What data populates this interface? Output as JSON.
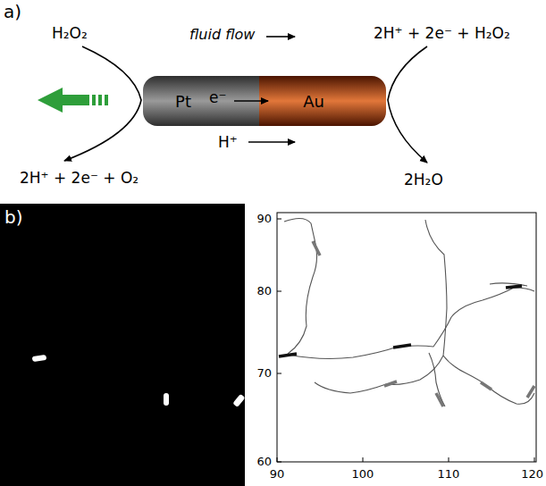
{
  "diagram": {
    "nodes": [
      {
        "text": [
          "Pt"
        ]
      },
      {
        "text": [
          "Au"
        ]
      }
    ],
    "labels": [
      "a)",
      "H₂O₂",
      "fluid flow",
      "2H⁺ + 2e⁻ + H₂O₂",
      "e⁻",
      "H⁺",
      "2H⁺ + 2e⁻ + O₂",
      "2H₂O",
      "b)",
      "90",
      "100",
      "110",
      "120",
      "60",
      "70",
      "80",
      "90"
    ]
  }
}
